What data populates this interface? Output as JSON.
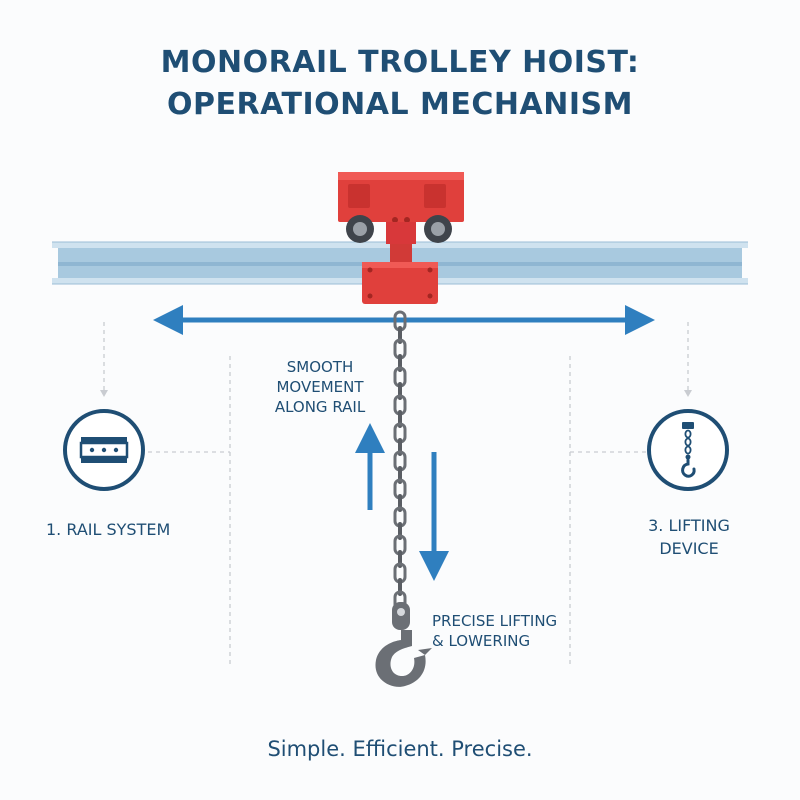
{
  "title": {
    "line1": "MONORAIL TROLLEY HOIST:",
    "line2": "OPERATIONAL MECHANISM"
  },
  "labels": {
    "movement": [
      "SMOOTH",
      "MOVEMENT",
      "ALONG RAIL"
    ],
    "lifting": [
      "PRECISE LIFTING",
      "& LOWERING"
    ],
    "rail_system": "1. RAIL SYSTEM",
    "lifting_device": [
      "3. LIFTING",
      "DEVICE"
    ]
  },
  "tagline": "Simple. Efficient. Precise.",
  "colors": {
    "title": "#1f4e74",
    "trolley": "#e0403c",
    "rail": "#a8c9df",
    "arrows": "#2f7fbf",
    "chain": "#6b6f75"
  },
  "icons": {
    "rail_system": "i-beam-icon",
    "lifting_device": "hook-chain-icon"
  }
}
